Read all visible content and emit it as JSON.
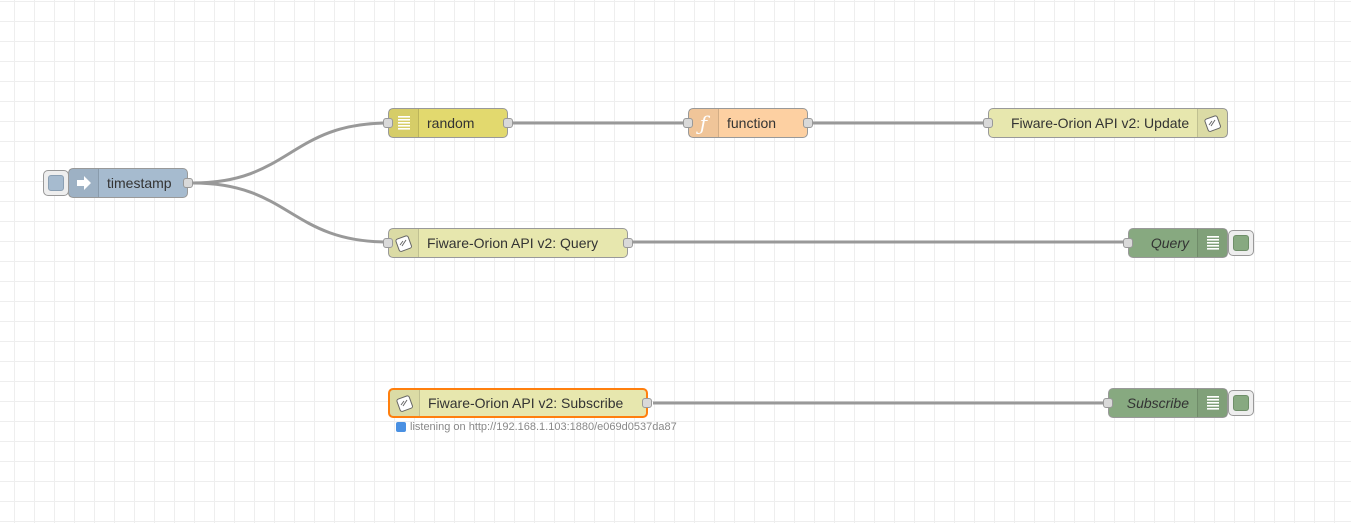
{
  "colors": {
    "inject": "#a6bbcf",
    "random": "#e2d96e",
    "function": "#fdd0a2",
    "fiware": "#e7e7ae",
    "debug": "#87a980",
    "selected_border": "#ff7f0e",
    "wire": "#999999",
    "status_dot": "#4a90e2"
  },
  "nodes": {
    "timestamp": {
      "label": "timestamp",
      "icon": "arrow-in-icon"
    },
    "random": {
      "label": "random",
      "icon": "list-icon"
    },
    "function": {
      "label": "function",
      "icon": "function-icon"
    },
    "update": {
      "label": "Fiware-Orion API v2: Update",
      "icon": "fiware-icon"
    },
    "query": {
      "label": "Fiware-Orion API v2: Query",
      "icon": "fiware-icon"
    },
    "query_debug": {
      "label": "Query",
      "icon": "list-icon"
    },
    "subscribe": {
      "label": "Fiware-Orion API v2: Subscribe",
      "icon": "fiware-icon",
      "status": "listening on http://192.168.1.103:1880/e069d0537da87"
    },
    "subscribe_debug": {
      "label": "Subscribe",
      "icon": "list-icon"
    }
  }
}
